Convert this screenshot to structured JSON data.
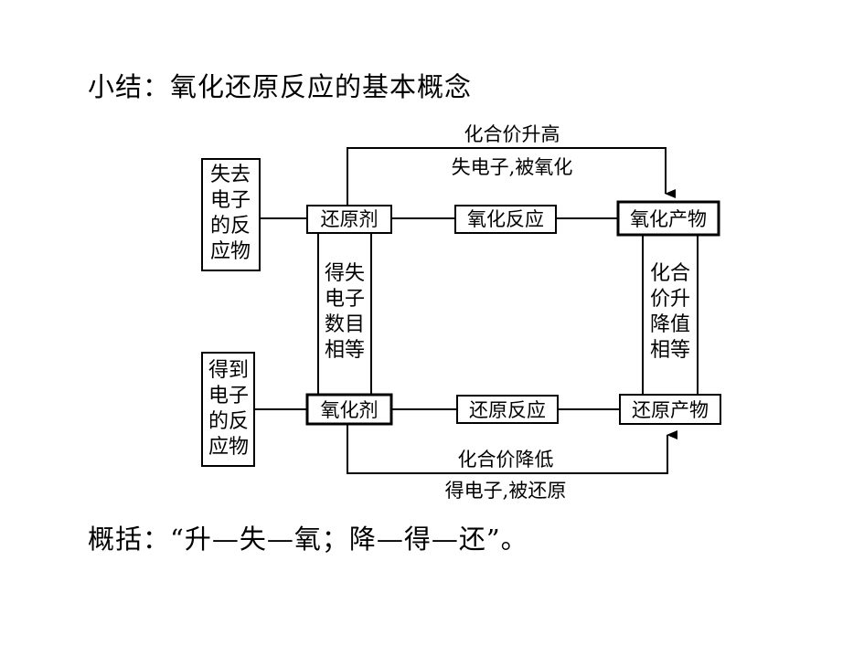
{
  "heading": "小结：氧化还原反应的基本概念",
  "diagram": {
    "left_top_box": [
      "失去",
      "电子",
      "的反",
      "应物"
    ],
    "left_bottom_box": [
      "得到",
      "电子",
      "的反",
      "应物"
    ],
    "reducing_agent": "还原剂",
    "oxidizing_agent": "氧化剂",
    "oxidation_reaction": "氧化反应",
    "reduction_reaction": "还原反应",
    "oxidation_product": "氧化产物",
    "reduction_product": "还原产物",
    "top_arrow_label_1": "化合价升高",
    "top_arrow_label_2": "失电子,被氧化",
    "bottom_arrow_label_1": "化合价降低",
    "bottom_arrow_label_2": "得电子,被还原",
    "electrons_equal": [
      "得失",
      "电子",
      "数目",
      "相等"
    ],
    "valence_equal": [
      "化合",
      "价升",
      "降值",
      "相等"
    ]
  },
  "summary": "概括：“升—失—氧；降—得—还”。"
}
